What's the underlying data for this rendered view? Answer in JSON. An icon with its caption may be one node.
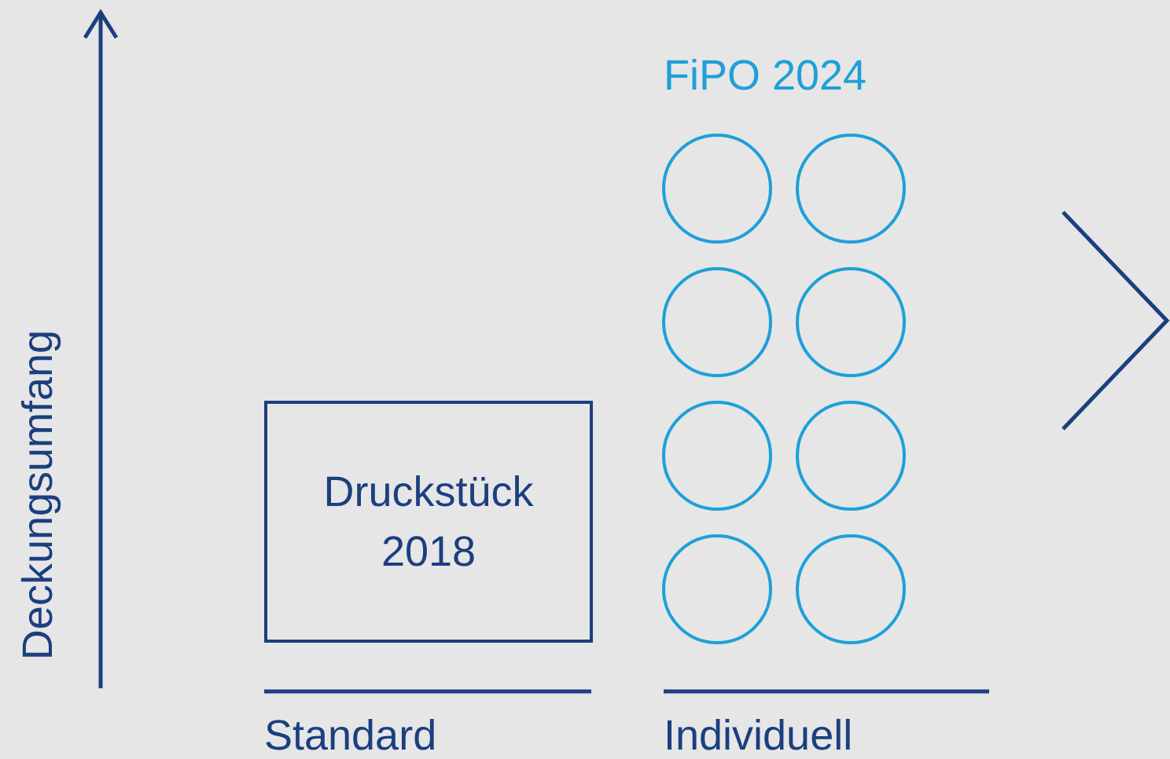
{
  "diagram": {
    "nodes": [
      {
        "text": [
          "Druckstück 2018"
        ]
      },
      {
        "text": [],
        "shape": "circle"
      },
      {
        "text": [],
        "shape": "circle"
      },
      {
        "text": [],
        "shape": "circle"
      },
      {
        "text": [],
        "shape": "circle"
      },
      {
        "text": [],
        "shape": "circle"
      },
      {
        "text": [],
        "shape": "circle"
      },
      {
        "text": [],
        "shape": "circle"
      },
      {
        "text": [],
        "shape": "circle"
      }
    ],
    "edges": [],
    "labels": [
      "FiPO 2024",
      "Deckungsumfang",
      "Standard",
      "Individuell"
    ]
  }
}
